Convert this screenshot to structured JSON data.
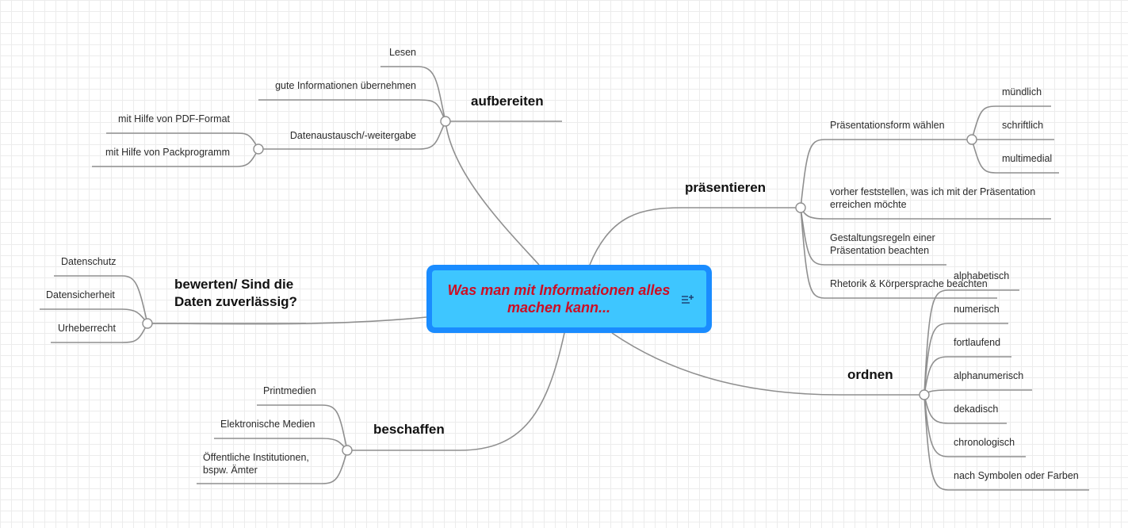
{
  "central": {
    "title": "Was man mit Informationen alles machen kann...",
    "icon": "notes-add-icon"
  },
  "branches": {
    "aufbereiten": {
      "label": "aufbereiten",
      "children": [
        "Lesen",
        "gute Informationen übernehmen",
        "Datenaustausch/-weitergabe"
      ],
      "sub": [
        "mit Hilfe von PDF-Format",
        "mit Hilfe von Packprogramm"
      ]
    },
    "bewerten": {
      "label": "bewerten/ Sind die Daten zuverlässig?",
      "children": [
        "Datenschutz",
        "Datensicherheit",
        "Urheberrecht"
      ]
    },
    "beschaffen": {
      "label": "beschaffen",
      "children": [
        "Printmedien",
        "Elektronische Medien",
        "Öffentliche Institutionen, bspw. Ämter"
      ]
    },
    "praesentieren": {
      "label": "präsentieren",
      "children": [
        "Präsentationsform wählen",
        "vorher feststellen, was ich mit der Präsentation erreichen möchte",
        "Gestaltungsregeln einer Präsentation beachten",
        "Rhetorik & Körpersprache beachten"
      ],
      "sub": [
        "mündlich",
        "schriftlich",
        "multimedial"
      ]
    },
    "ordnen": {
      "label": "ordnen",
      "children": [
        "alphabetisch",
        "numerisch",
        "fortlaufend",
        "alphanumerisch",
        "dekadisch",
        "chronologisch",
        "nach Symbolen oder Farben"
      ]
    }
  },
  "colors": {
    "line": "#8f8f8f",
    "central_border": "#1a8cff",
    "central_fill": "#3ec6ff",
    "central_text": "#cc0e24"
  }
}
